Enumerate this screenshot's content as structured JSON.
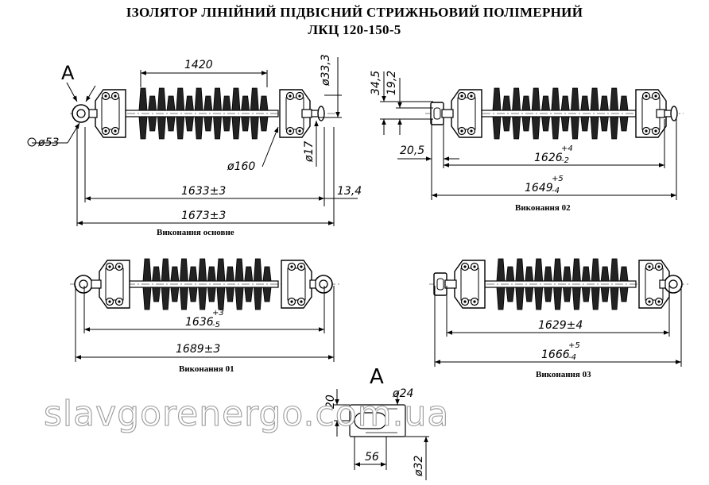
{
  "title": {
    "line1": "ІЗОЛЯТОР ЛІНІЙНИЙ ПІДВІСНИЙ СТРИЖНЬОВИЙ ПОЛІМЕРНИЙ",
    "line2": "ЛКЦ 120-150-5"
  },
  "variants": {
    "main": {
      "caption": "Виконання основне",
      "view_mark": "A",
      "dims": {
        "d1420": "1420",
        "d333": "ø33,3",
        "d53": "ø53",
        "d160": "ø160",
        "d17": "ø17",
        "d1633": "1633±3",
        "d134": "13,4",
        "d1673": "1673±3"
      }
    },
    "v01": {
      "caption": "Виконання 01",
      "dims": {
        "d1636": "1636",
        "d1636_up": "+3",
        "d1636_lo": "-5",
        "d1689": "1689±3"
      }
    },
    "v02": {
      "caption": "Виконання 02",
      "dims": {
        "d345": "34,5",
        "d192": "19,2",
        "d205": "20,5",
        "d1626": "1626",
        "d1626_up": "+4",
        "d1626_lo": "-2",
        "d1649": "1649",
        "d1649_up": "+5",
        "d1649_lo": "-4"
      }
    },
    "v03": {
      "caption": "Виконання 03",
      "dims": {
        "d1629": "1629±4",
        "d1666": "1666",
        "d1666_up": "+5",
        "d1666_lo": "-4"
      }
    },
    "view_a": {
      "label": "A",
      "dims": {
        "d24": "ø24",
        "d20": "20",
        "d56": "56",
        "d32": "ø32"
      }
    }
  },
  "watermark": "slavgorenergo.com.ua"
}
